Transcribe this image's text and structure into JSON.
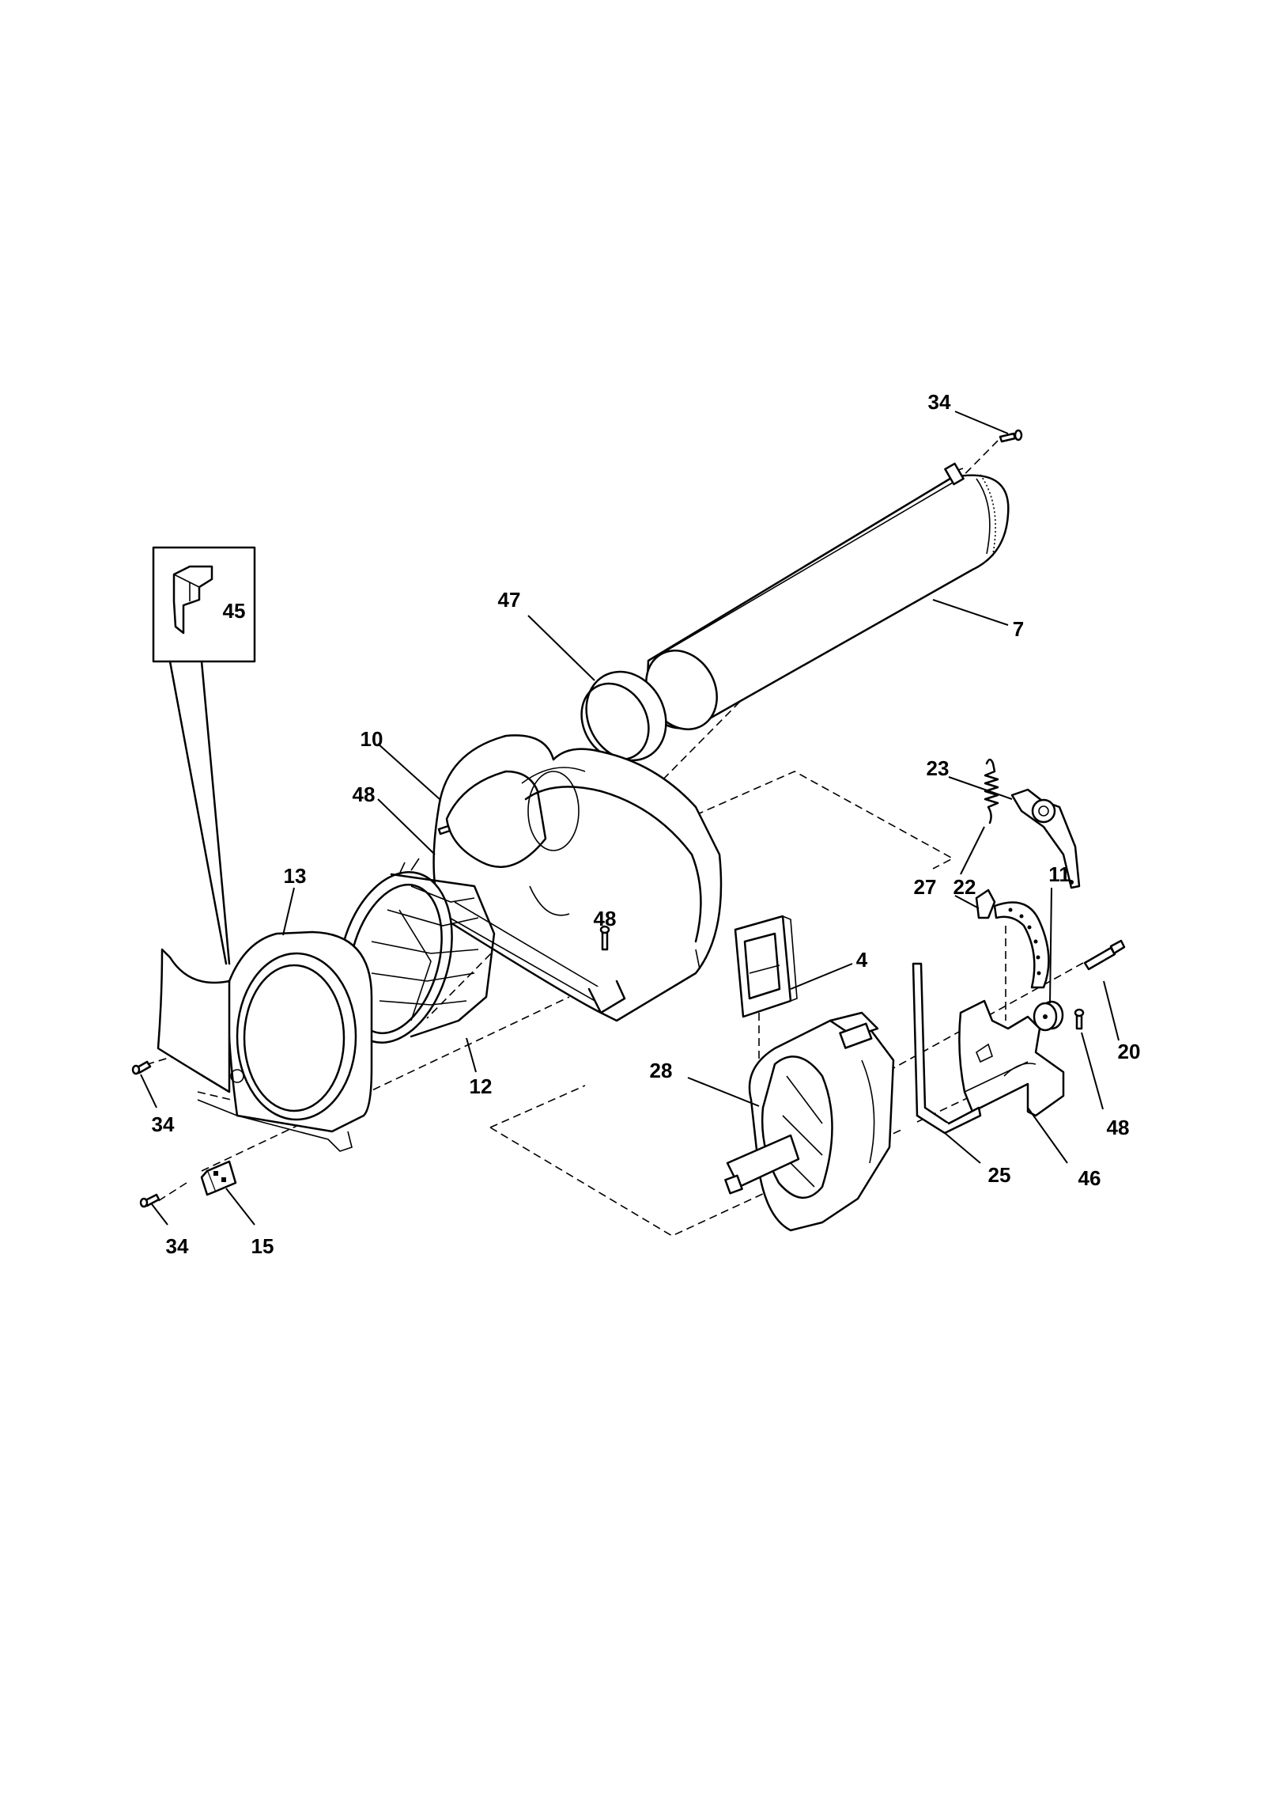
{
  "diagram": {
    "callouts": {
      "c34_top": "34",
      "c7": "7",
      "c47": "47",
      "c45": "45",
      "c10": "10",
      "c48_left": "48",
      "c13": "13",
      "c48_mid": "48",
      "c23": "23",
      "c22": "22",
      "c11": "11",
      "c27": "27",
      "c4": "4",
      "c20": "20",
      "c12": "12",
      "c34_left": "34",
      "c28": "28",
      "c48_right": "48",
      "c25": "25",
      "c46": "46",
      "c34_bottom": "34",
      "c15": "15"
    }
  }
}
